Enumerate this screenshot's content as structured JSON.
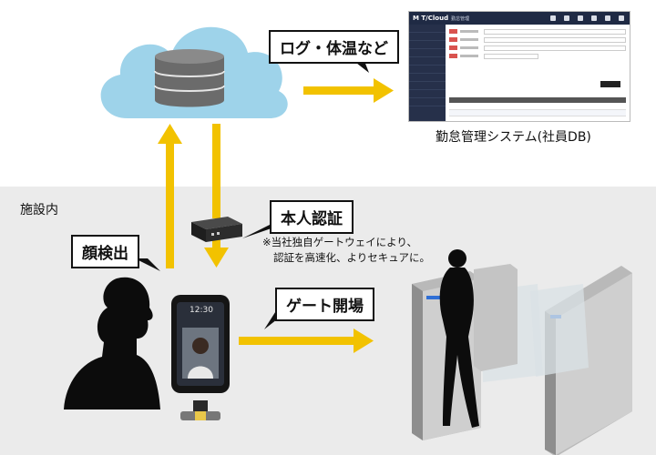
{
  "region": {
    "facility_label": "施設内"
  },
  "callouts": {
    "log_temperature": "ログ・体温など",
    "identity_auth": "本人認証",
    "face_detection": "顔検出",
    "gate_open": "ゲート開場"
  },
  "captions": {
    "attendance_system": "勤怠管理システム(社員DB)"
  },
  "note": {
    "line1": "※当社独自ゲートウェイにより、",
    "line2": "認証を高速化、よりセキュアに。"
  },
  "device": {
    "clock": "12:30"
  },
  "screenshot": {
    "logo": "M T/Cloud",
    "logo_sub": "勤怠管理"
  },
  "colors": {
    "arrow": "#f2c200",
    "cloud": "#9ed3ea",
    "facility_bg": "#ebebeb",
    "gate_accent": "#2f6fd6"
  }
}
